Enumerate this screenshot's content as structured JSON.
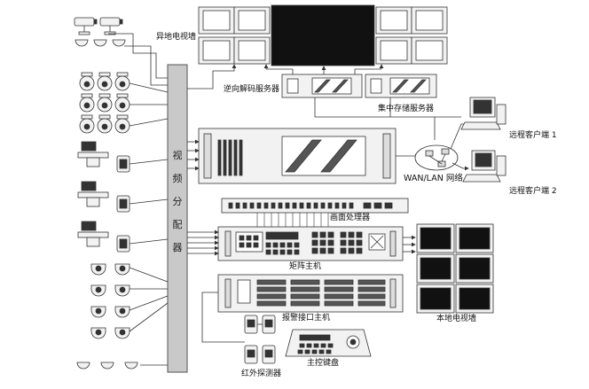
{
  "labels": {
    "remote_video_wall": "异地电视墙",
    "decoder_server": "逆向解码服务器",
    "central_storage": "集中存储服务器",
    "remote_client_1": "远程客户端 1",
    "remote_client_2": "远程客户端 2",
    "wan_lan": "WAN/LAN 网络",
    "image_processor": "画面处理器",
    "matrix_host": "矩阵主机",
    "alarm_host": "报警接口主机",
    "local_video_wall": "本地电视墙",
    "main_keyboard": "主控键盘",
    "ir_detector": "红外探测器"
  },
  "splitter": {
    "chars": [
      "视",
      "频",
      "分",
      "配",
      "器"
    ]
  },
  "colors": {
    "line": "#333333",
    "device_fill": "#f2f2f2",
    "screen": "#111111",
    "splitter_fill": "#c9c9c9"
  }
}
